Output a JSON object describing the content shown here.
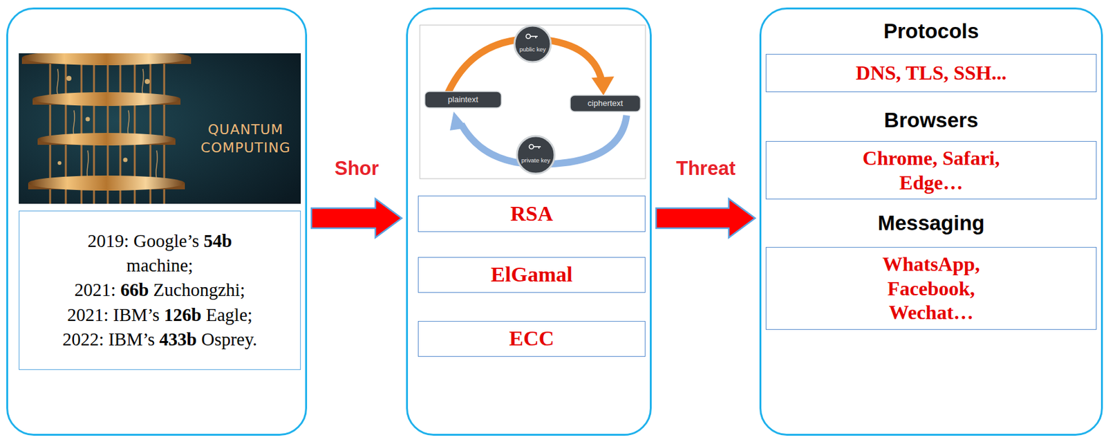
{
  "diagram": {
    "nodes": [
      {
        "text": []
      },
      {
        "text": [
          "2019: Google’s 54b machine;",
          "2021: 66b Zuchongzhi;",
          "2021: IBM’s 126b Eagle;",
          "2022: IBM’s 433b Osprey."
        ],
        "in": 0
      },
      {
        "text": []
      },
      {
        "text": [
          "RSA"
        ],
        "in": 2
      },
      {
        "text": [
          "ElGamal"
        ],
        "in": 2
      },
      {
        "text": [
          "ECC"
        ],
        "in": 2
      },
      {
        "text": [
          "Protocols",
          "Browsers",
          "Messaging"
        ]
      },
      {
        "text": [
          "DNS, TLS, SSH..."
        ],
        "in": 6
      },
      {
        "text": [
          "Chrome, Safari, Edge…"
        ],
        "in": 6
      },
      {
        "text": [
          "WhatsApp, Facebook, Wechat…"
        ],
        "in": 6
      }
    ],
    "edges": [
      {
        "from": 0,
        "to": 2,
        "label": "Shor",
        "arrow": "to"
      },
      {
        "from": 2,
        "to": 6,
        "label": "Threat",
        "arrow": "to"
      }
    ],
    "labels": [
      "QUANTUM COMPUTING",
      "public key",
      "plaintext",
      "ciphertext",
      "private key"
    ]
  }
}
